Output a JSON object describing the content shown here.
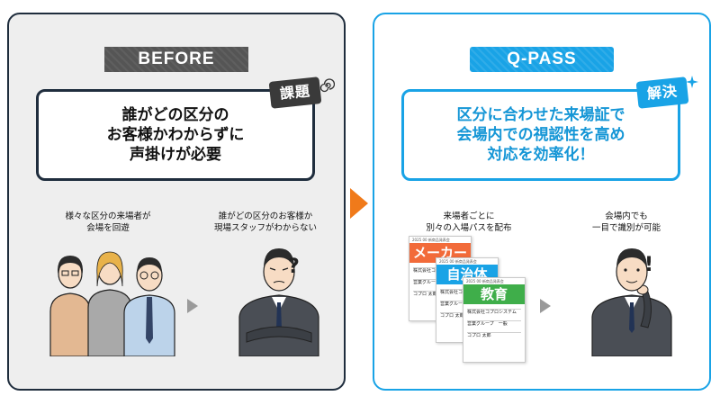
{
  "before": {
    "title": "BEFORE",
    "badge": "課題",
    "message": "誰がどの区分の\nお客様かわからずに\n声掛けが必要",
    "caption_left": "様々な区分の来場者が\n会場を回遊",
    "caption_right": "誰がどの区分のお客様か\n現場スタッフがわからない",
    "mark": "?"
  },
  "after": {
    "title": "Q-PASS",
    "badge": "解決",
    "message": "区分に合わせた来場証で\n会場内での視認性を高め\n対応を効率化！",
    "caption_left": "来場者ごとに\n別々の入場パスを配布",
    "caption_right": "会場内でも\n一目で識別が可能",
    "mark": "!"
  },
  "cards": [
    {
      "header": "2025 00 新商品発表会",
      "band": "メーカー",
      "company": "株式会社コプロ",
      "dept": "営業グループ",
      "name": "コプロ 太郎",
      "color": "#f26b3a"
    },
    {
      "header": "2025 00 新商品発表会",
      "band": "自治体",
      "company": "株式会社コプロ",
      "dept": "営業グループ",
      "name": "コプロ 太郎",
      "color": "#19a3e6"
    },
    {
      "header": "2025 00 新商品発表会",
      "band": "教育",
      "company": "株式会社コプロシステム",
      "dept": "営業グループ　一般",
      "name": "コプロ 太郎",
      "color": "#3fae4a"
    }
  ],
  "colors": {
    "before_border": "#1f2d3d",
    "after_accent": "#19a3e6",
    "arrow": "#f07a1a"
  }
}
